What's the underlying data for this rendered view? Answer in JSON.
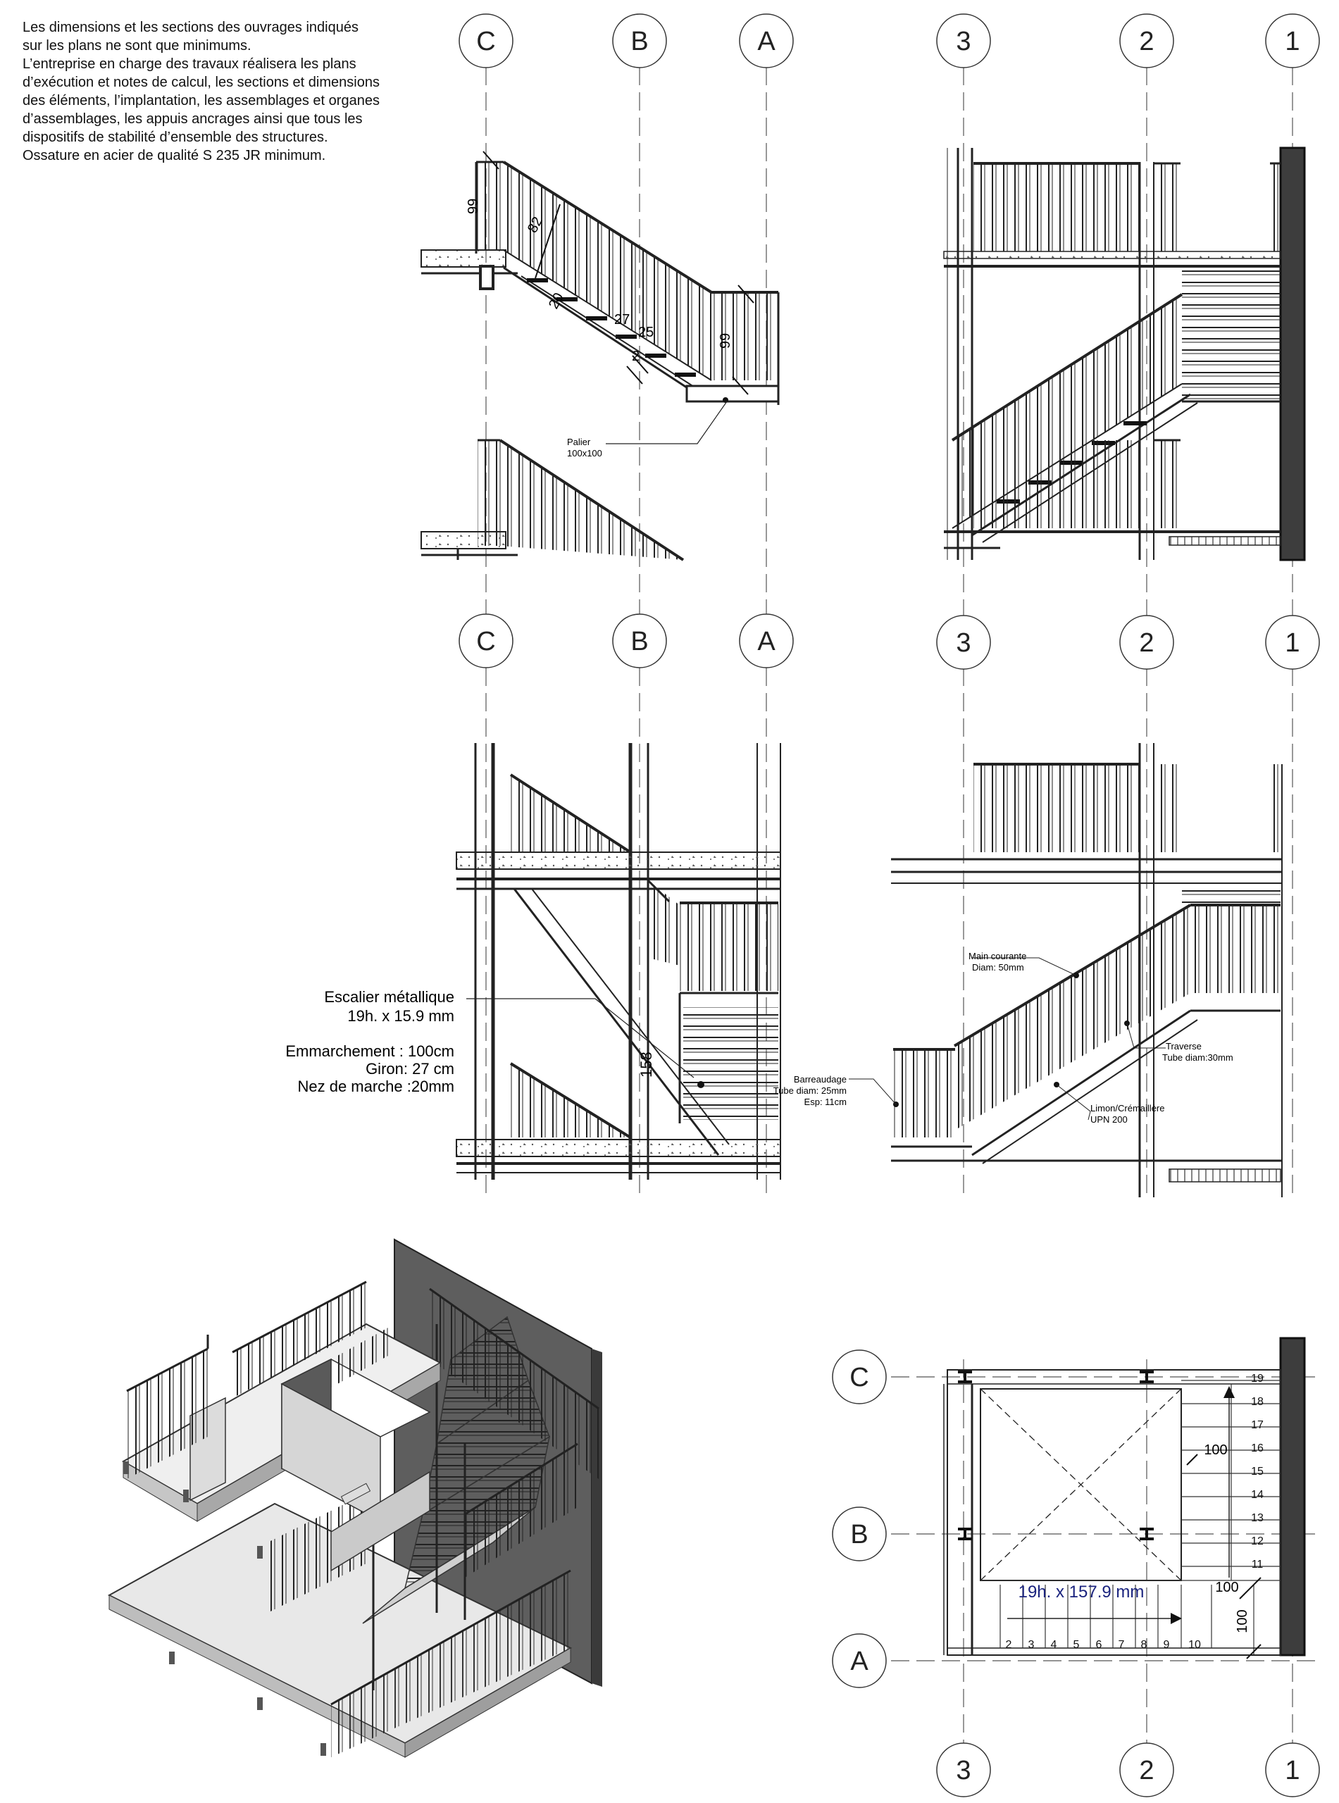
{
  "notes": [
    "Les dimensions et les sections des ouvrages indiqués",
    "sur les plans ne sont que minimums.",
    "L’entreprise en charge des travaux réalisera les plans",
    "d’exécution et notes de calcul, les sections et dimensions",
    "des éléments, l’implantation, les assemblages et organes",
    "d’assemblages, les appuis ancrages ainsi que tous les",
    "dispositifs de stabilité d’ensemble des structures.",
    "Ossature en acier de qualité S 235 JR minimum."
  ],
  "grid_letters": [
    "C",
    "B",
    "A"
  ],
  "grid_numbers": [
    "3",
    "2",
    "1"
  ],
  "section_top_left": {
    "dim_99_a": "99",
    "dim_82": "82",
    "dim_20": "20",
    "dim_27": "27",
    "dim_25": "25",
    "dim_2": "2",
    "dim_99_b": "99",
    "palier_label": "Palier",
    "palier_size": "100x100"
  },
  "section_mid_left": {
    "escalier_title": "Escalier métallique",
    "escalier_spec": "19h. x 15.9 mm",
    "emmarchement": "Emmarchement : 100cm",
    "giron": "Giron: 27 cm",
    "nez": "Nez de marche :20mm",
    "dim_158": "158"
  },
  "section_mid_right": {
    "main_courante": "Main courante",
    "main_courante_diam": "Diam: 50mm",
    "traverse": "Traverse",
    "traverse_diam": "Tube diam:30mm",
    "barreaudage": "Barreaudage",
    "barreaudage_tube": "Tube diam: 25mm",
    "barreaudage_esp": "Esp: 11cm",
    "limon": "Limon/Crémaillère",
    "limon_profile": "UPN 200"
  },
  "plan": {
    "steps_right": [
      "19",
      "18",
      "17",
      "16",
      "15",
      "14",
      "13",
      "12",
      "11"
    ],
    "steps_bottom": [
      "2",
      "3",
      "4",
      "5",
      "6",
      "7",
      "8",
      "9",
      "10"
    ],
    "dim_100_a": "100",
    "dim_100_b": "100",
    "dim_100_c": "100",
    "stair_spec": "19h. x 157.9 mm",
    "stair_spec_color": "#1a237e"
  }
}
